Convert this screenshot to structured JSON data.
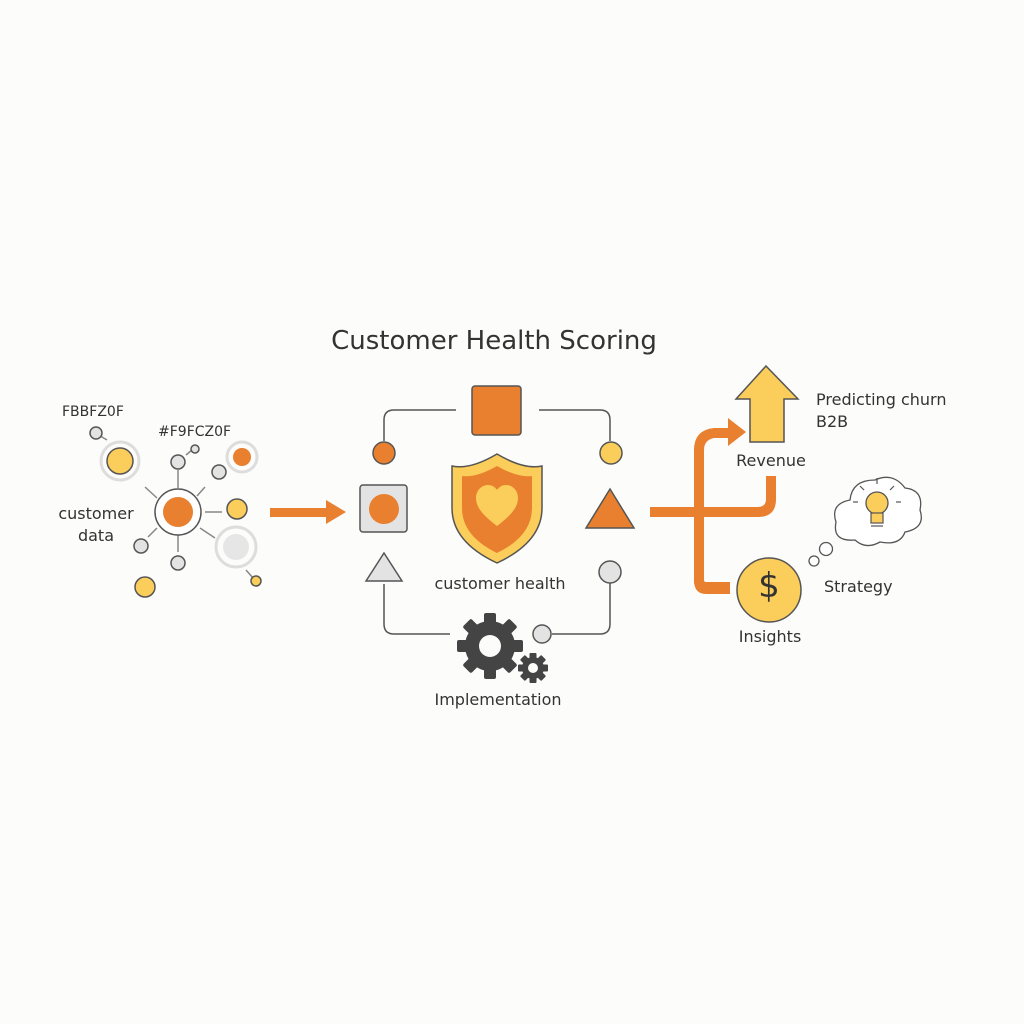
{
  "title": "Customer Health Scoring",
  "colors": {
    "orange": "#E8802F",
    "yellow": "#FBCD5A",
    "grey_fill": "#E3E3E3",
    "stroke": "#555555",
    "text": "#333333",
    "gear": "#444444"
  },
  "input_cluster": {
    "label_top_left": "FBBFZ0F",
    "label_top_mid": "#F9FCZ0F",
    "label": "customer data",
    "label_line1": "customer",
    "label_line2": "data"
  },
  "process": {
    "center_label": "customer health",
    "bottom_label": "Implementation",
    "center_icon": "shield-heart-icon",
    "bottom_icon": "gears-icon"
  },
  "outcomes": {
    "revenue_label": "Revenue",
    "side_note_line1": "Predicting churn",
    "side_note_line2": "B2B",
    "insights_label": "Insights",
    "strategy_label": "Strategy",
    "insights_icon": "dollar-coin-icon",
    "strategy_icon": "lightbulb-thought-icon",
    "dollar_glyph": "$"
  }
}
